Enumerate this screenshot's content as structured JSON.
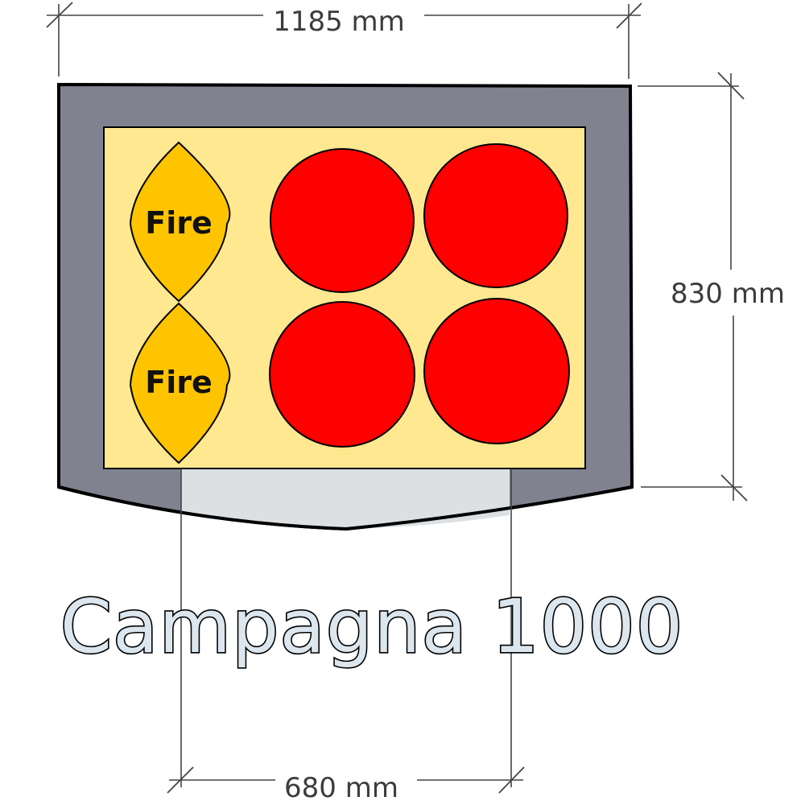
{
  "title": "Campagna 1000",
  "dimensions": {
    "width_label": "1185 mm",
    "depth_label": "830 mm",
    "opening_label": "680 mm"
  },
  "fire_zones": [
    {
      "label": "Fire"
    },
    {
      "label": "Fire"
    }
  ],
  "pizza_spots_count": 4,
  "colors": {
    "oven_body": "#80828F",
    "cooking_floor": "#FFE88F",
    "opening": "#DCE0E3",
    "fire": "#FFC400",
    "pizza": "#FF0000",
    "outline": "#000000",
    "dimension_line": "#444444"
  }
}
